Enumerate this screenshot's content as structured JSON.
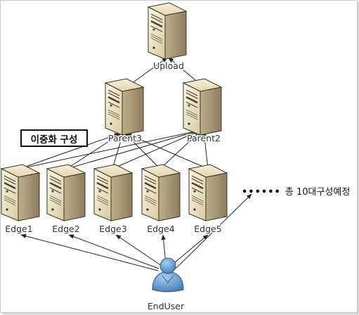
{
  "nodes": {
    "upload": "Upload",
    "parent3": "Parent3",
    "parent2": "Parent2",
    "edges": [
      "Edge1",
      "Edge2",
      "Edge3",
      "Edge4",
      "Edge5"
    ],
    "end_user": "EndUser"
  },
  "callout": "이중화 구성",
  "plan_note": {
    "dots": "••••••",
    "text": "총 10대구성예정"
  },
  "colors": {
    "server_face": "#efe5c6",
    "server_side": "#a8987a",
    "server_outline": "#3a3320",
    "user_body": "#5b93c9",
    "arrow": "#222222"
  },
  "icons": {
    "server": "server-tower-icon",
    "user": "user-person-icon"
  }
}
